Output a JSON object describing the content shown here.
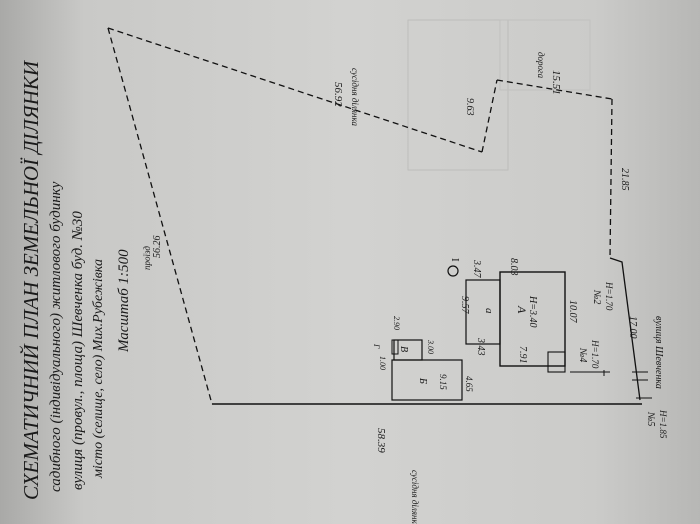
{
  "document": {
    "title": "СХЕМАТИЧНИЙ ПЛАН ЗЕМЕЛЬНОЇ ДІЛЯНКИ",
    "subtitle": "садибного (індивідуального) житлового будинку",
    "address_line": "вулиця (провул., площа) Шевченка  буд. №30",
    "city_line": "місто (селище, село) Мих.Рубежівка",
    "scale": "Масштаб 1:500"
  },
  "plan": {
    "neighbor_top": "сусідня ділянка",
    "road_top_right": "дорога",
    "neighbor_bottom": "сусідня ділянка",
    "street": "вулиця  Шевченка",
    "passage": "проїзд",
    "compass": "I"
  },
  "dimensions": {
    "d5692": "56.92",
    "d963": "9.63",
    "d1551": "15.51",
    "d2185": "21.85",
    "d1700": "17.00",
    "d5839": "58.39",
    "d5626": "56.26",
    "d803": "8.03",
    "d347": "3.47",
    "d957": "9.57",
    "d1007": "10.07",
    "d343": "3.43",
    "d791": "7.91",
    "d465": "4.65",
    "d915": "9.15",
    "d290": "2.90",
    "d300": "3.00",
    "d100": "1.00"
  },
  "buildings": {
    "a_label": "А",
    "a_height": "Н=3.40",
    "a_annex": "а",
    "b_label": "В",
    "g_label": "Г",
    "b5_label": "Б"
  },
  "wells": {
    "w2_label": "№2",
    "w2_height": "Н=1.70",
    "w4_label": "№4",
    "w4_height": "Н=1.70",
    "w5_label": "№5",
    "w5_height": "Н=1.85"
  }
}
